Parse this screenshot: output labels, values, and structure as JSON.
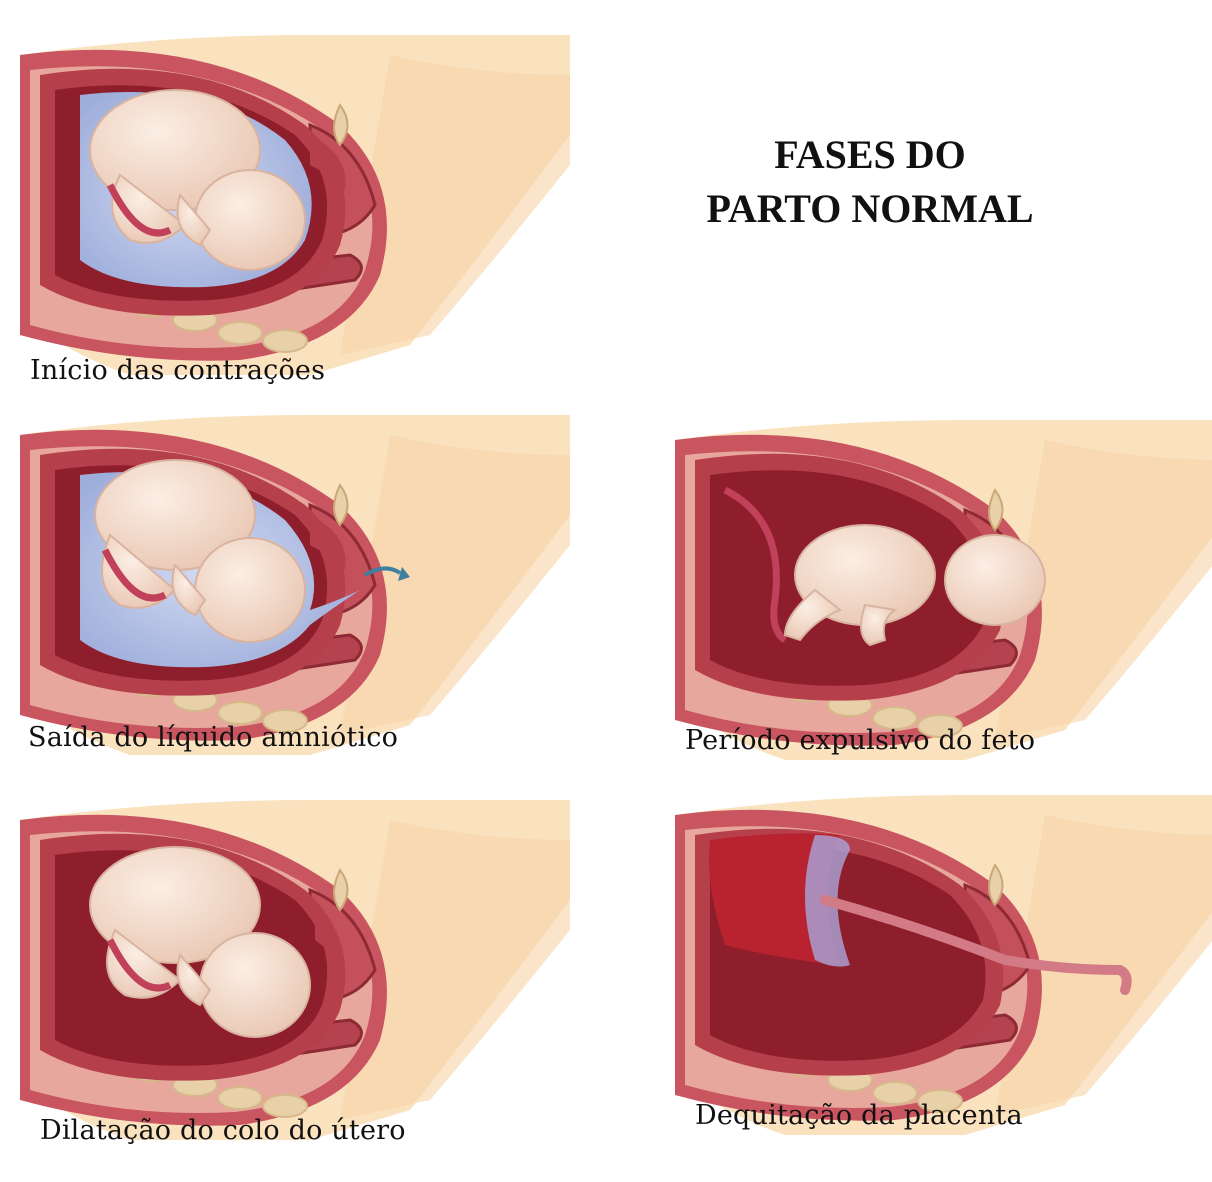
{
  "title": {
    "line1": "FASES DO",
    "line2": "PARTO NORMAL"
  },
  "phases": [
    {
      "caption": "Início das contrações"
    },
    {
      "caption": "Saída do líquido amniótico"
    },
    {
      "caption": "Dilatação do colo do útero"
    },
    {
      "caption": "Período expulsivo do feto"
    },
    {
      "caption": "Dequitação da placenta"
    }
  ],
  "colors": {
    "skin": "#fbe2bf",
    "uterus_wall": "#b53f4a",
    "uterus_inner": "#8e1e2b",
    "amniotic_fluid": "#b8c3e8",
    "fetus": "#f5dccc",
    "bone": "#e8d0a8",
    "arrow": "#3f7fa0"
  }
}
